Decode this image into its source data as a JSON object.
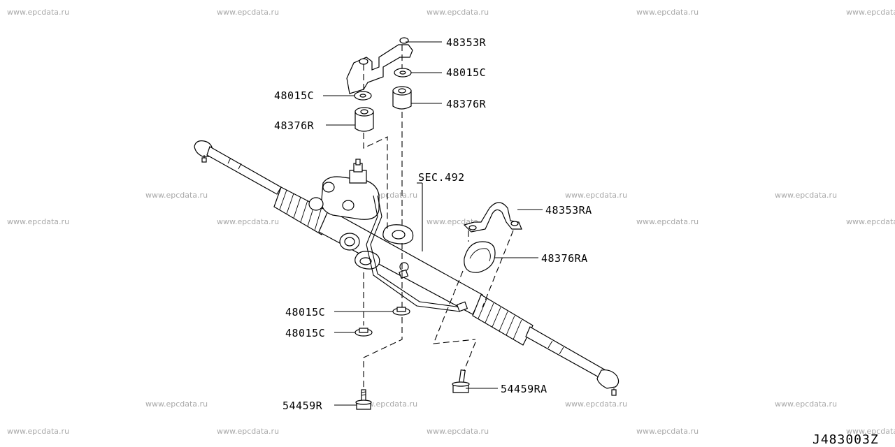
{
  "watermark": "www.epcdata.ru",
  "diagram_code": "J483003Z",
  "labels": {
    "p48353R": "48353R",
    "p48015C_top_right": "48015C",
    "p48015C_top_left": "48015C",
    "p48376R_right": "48376R",
    "p48376R_left": "48376R",
    "sec492": "SEC.492",
    "p48353RA": "48353RA",
    "p48376RA": "48376RA",
    "p48015C_lower_1": "48015C",
    "p48015C_lower_2": "48015C",
    "p54459RA": "54459RA",
    "p54459R": "54459R"
  }
}
